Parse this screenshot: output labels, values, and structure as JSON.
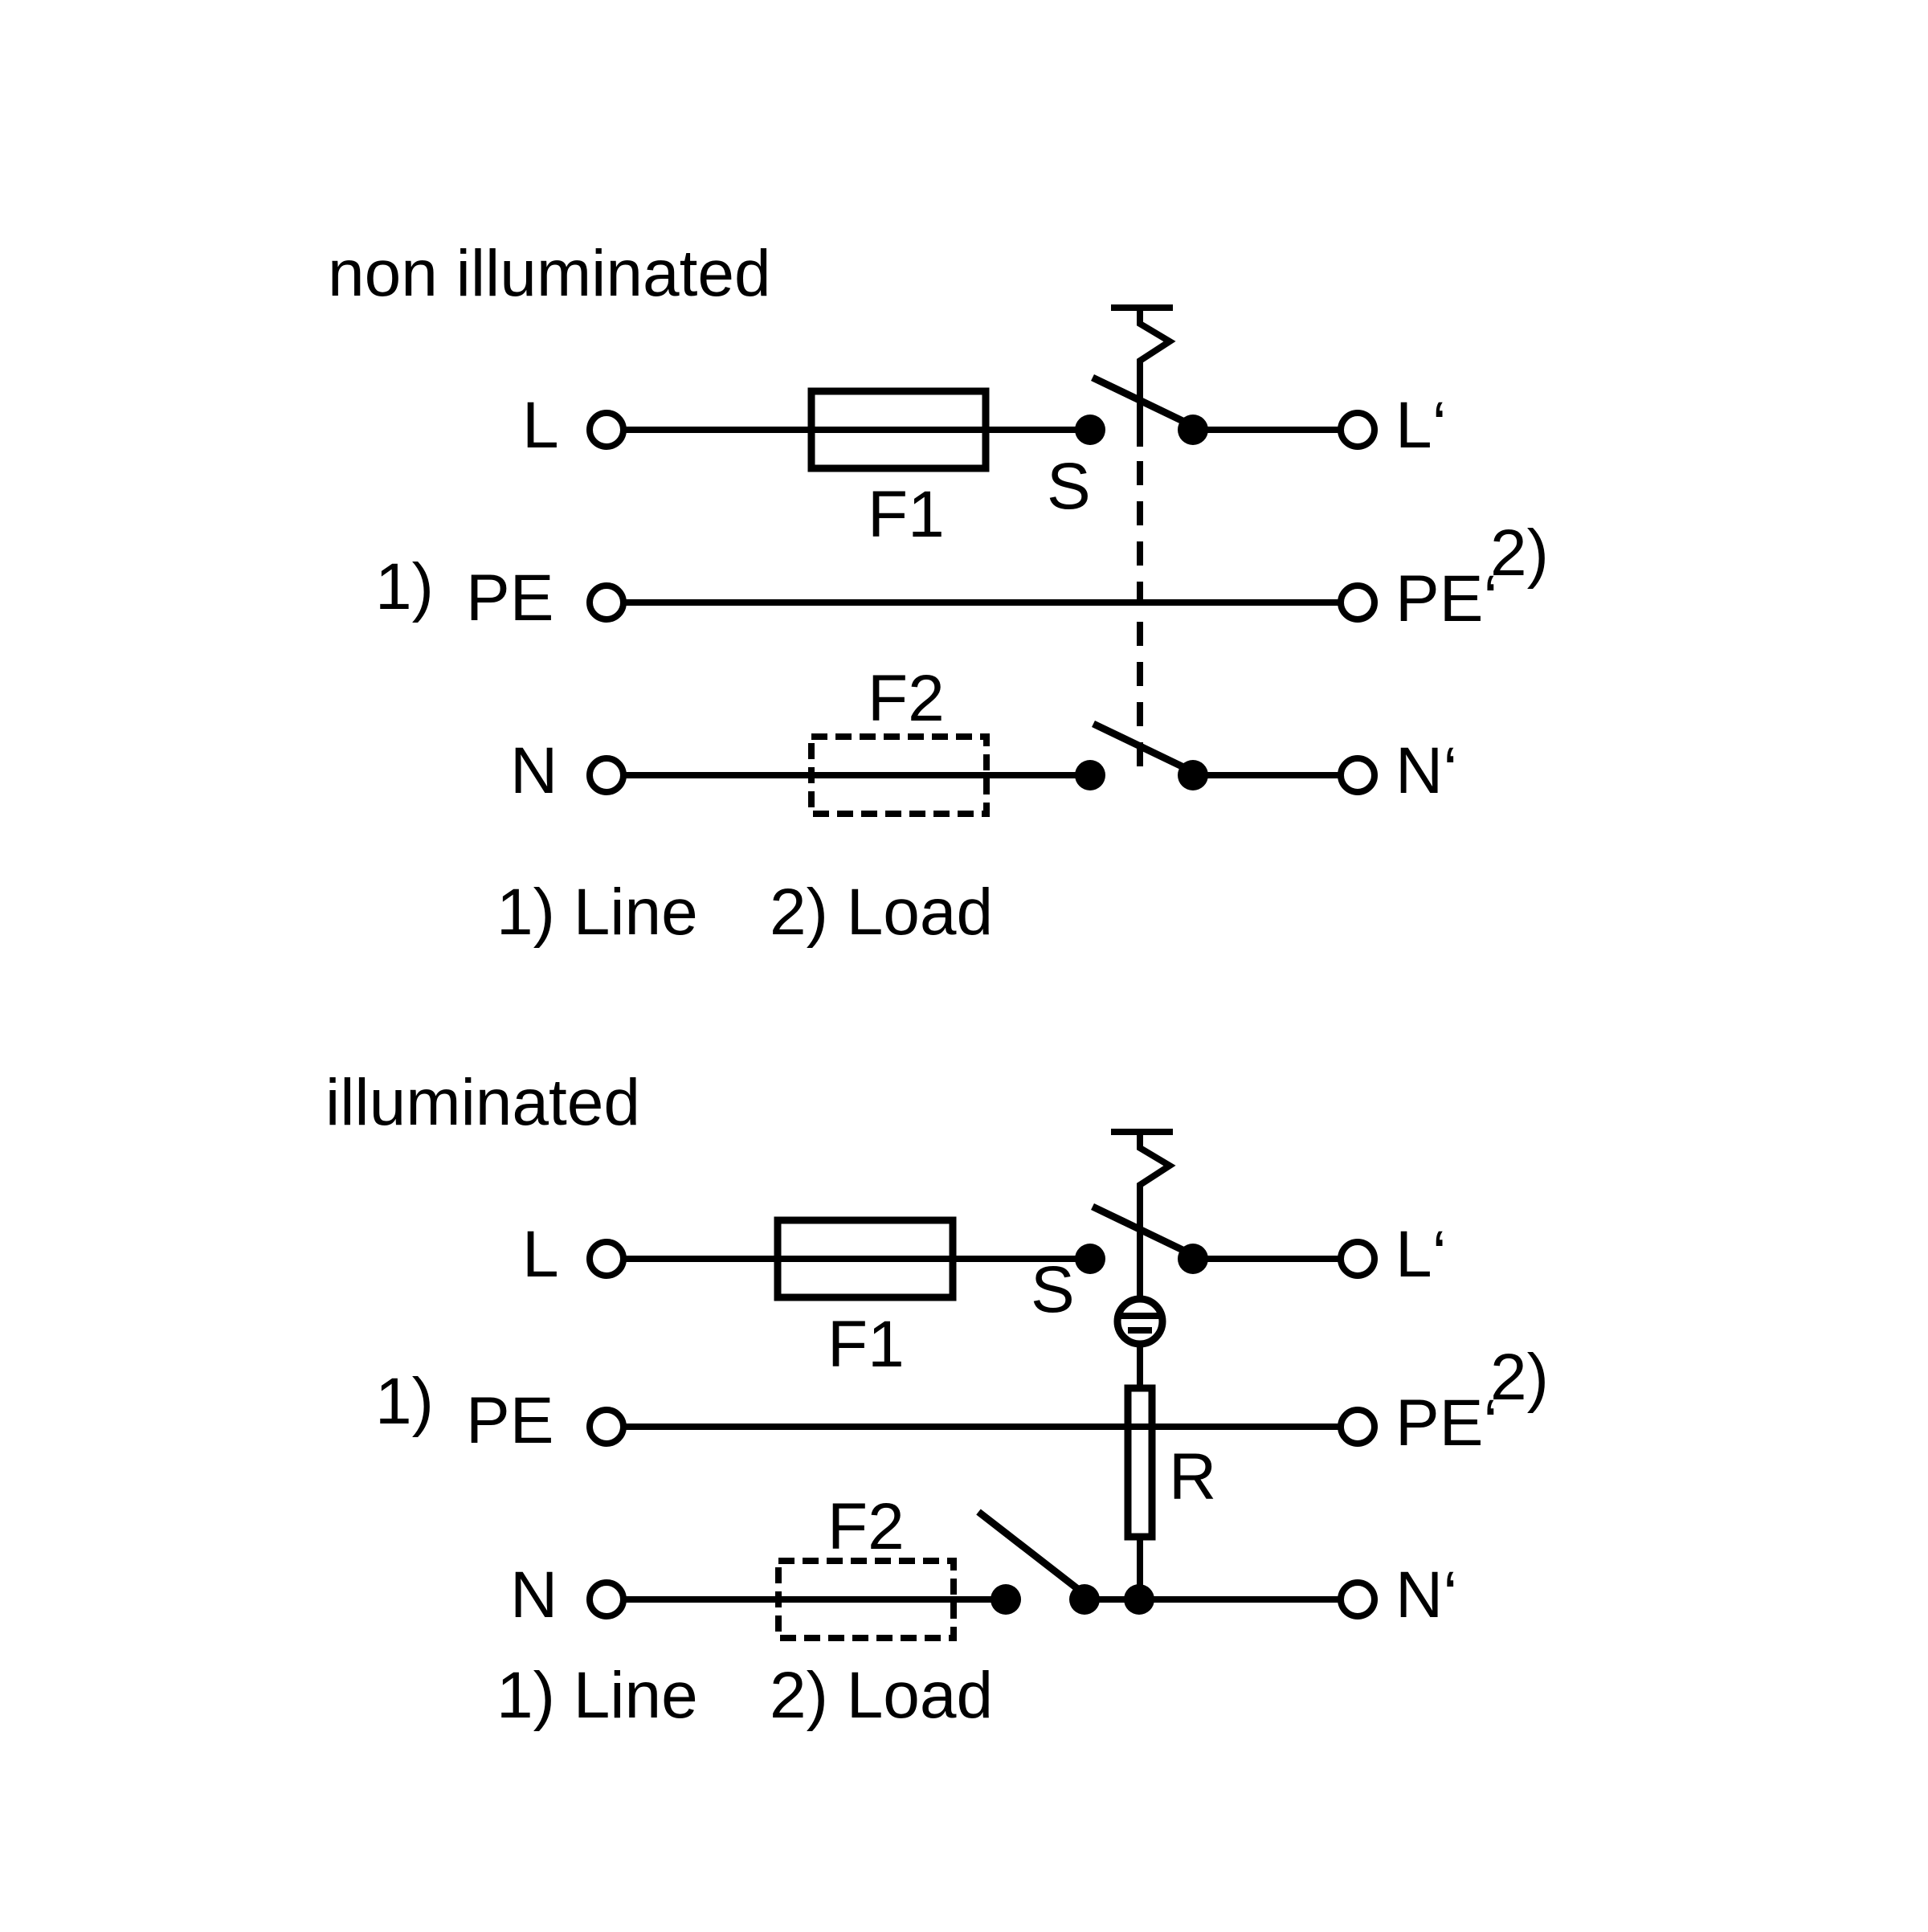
{
  "colors": {
    "background": "#ffffff",
    "ink": "#000000"
  },
  "top": {
    "title": "non illuminated",
    "l_in": "L",
    "pe_in": "PE",
    "n_in": "N",
    "l_out": "L‘",
    "pe_out": "PE‘",
    "n_out": "N‘",
    "pe_in_ref": "1)",
    "pe_out_ref": "2)",
    "fuse1": "F1",
    "fuse2": "F2",
    "switch": "S",
    "legend_line": "1) Line",
    "legend_load": "2) Load"
  },
  "bottom": {
    "title": "illuminated",
    "l_in": "L",
    "pe_in": "PE",
    "n_in": "N",
    "l_out": "L‘",
    "pe_out": "PE‘",
    "n_out": "N‘",
    "pe_in_ref": "1)",
    "pe_out_ref": "2)",
    "fuse1": "F1",
    "fuse2": "F2",
    "switch": "S",
    "resistor": "R",
    "legend_line": "1) Line",
    "legend_load": "2) Load"
  }
}
